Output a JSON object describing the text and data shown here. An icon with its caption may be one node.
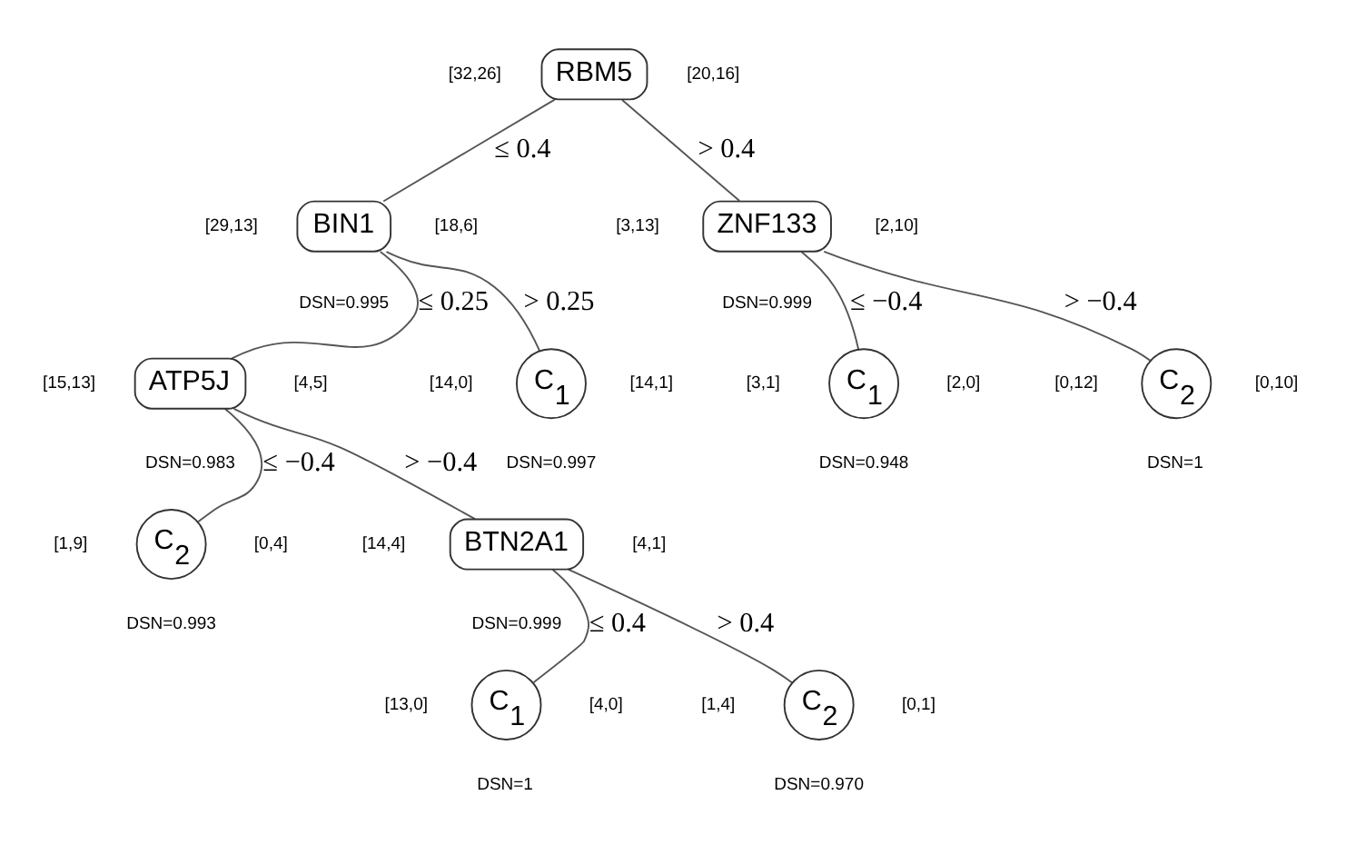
{
  "diagram": {
    "nodes": [
      {
        "text": [
          "RBM5"
        ],
        "beside": [
          "[32,26]",
          "[20,16]"
        ]
      },
      {
        "text": [
          "BIN1"
        ],
        "beside": [
          "[29,13]",
          "[18,6]",
          "DSN=0.995"
        ]
      },
      {
        "text": [
          "ZNF133"
        ],
        "beside": [
          "[3,13]",
          "[2,10]",
          "DSN=0.999"
        ]
      },
      {
        "text": [
          "ATP5J"
        ],
        "beside": [
          "[15,13]",
          "[4,5]",
          "DSN=0.983"
        ]
      },
      {
        "text": [
          "C$_{1}$"
        ],
        "beside": [
          "[14,0]",
          "[14,1]",
          "DSN=0.997"
        ]
      },
      {
        "text": [
          "C$_{1}$"
        ],
        "beside": [
          "[3,1]",
          "[2,0]",
          "DSN=0.948"
        ]
      },
      {
        "text": [
          "C$_{2}$"
        ],
        "beside": [
          "[0,12]",
          "[0,10]",
          "DSN=1"
        ]
      },
      {
        "text": [
          "C$_{2}$"
        ],
        "beside": [
          "[1,9]",
          "[0,4]",
          "DSN=0.993"
        ]
      },
      {
        "text": [
          "BTN2A1"
        ],
        "beside": [
          "[14,4]",
          "[4,1]",
          "DSN=0.999"
        ]
      },
      {
        "text": [
          "C$_{1}$"
        ],
        "beside": [
          "[13,0]",
          "[4,0]",
          "DSN=1"
        ]
      },
      {
        "text": [
          "C$_{2}$"
        ],
        "beside": [
          "[1,4]",
          "[0,1]",
          "DSN=0.970"
        ]
      }
    ],
    "edges": [
      {
        "from": 0,
        "to": 1,
        "arrow": "none",
        "label": "≤ 0.4"
      },
      {
        "from": 0,
        "to": 2,
        "arrow": "none",
        "label": "> 0.4"
      },
      {
        "from": 1,
        "to": 3,
        "arrow": "none",
        "label": "≤ 0.25"
      },
      {
        "from": 1,
        "to": 4,
        "arrow": "none",
        "label": "> 0.25"
      },
      {
        "from": 2,
        "to": 5,
        "arrow": "none",
        "label": "≤ −0.4"
      },
      {
        "from": 2,
        "to": 6,
        "arrow": "none",
        "label": "> −0.4"
      },
      {
        "from": 3,
        "to": 7,
        "arrow": "none",
        "label": "≤ −0.4"
      },
      {
        "from": 3,
        "to": 8,
        "arrow": "none",
        "label": "> −0.4"
      },
      {
        "from": 8,
        "to": 9,
        "arrow": "none",
        "label": "≤ 0.4"
      },
      {
        "from": 8,
        "to": 10,
        "arrow": "none",
        "label": "> 0.4"
      }
    ]
  }
}
